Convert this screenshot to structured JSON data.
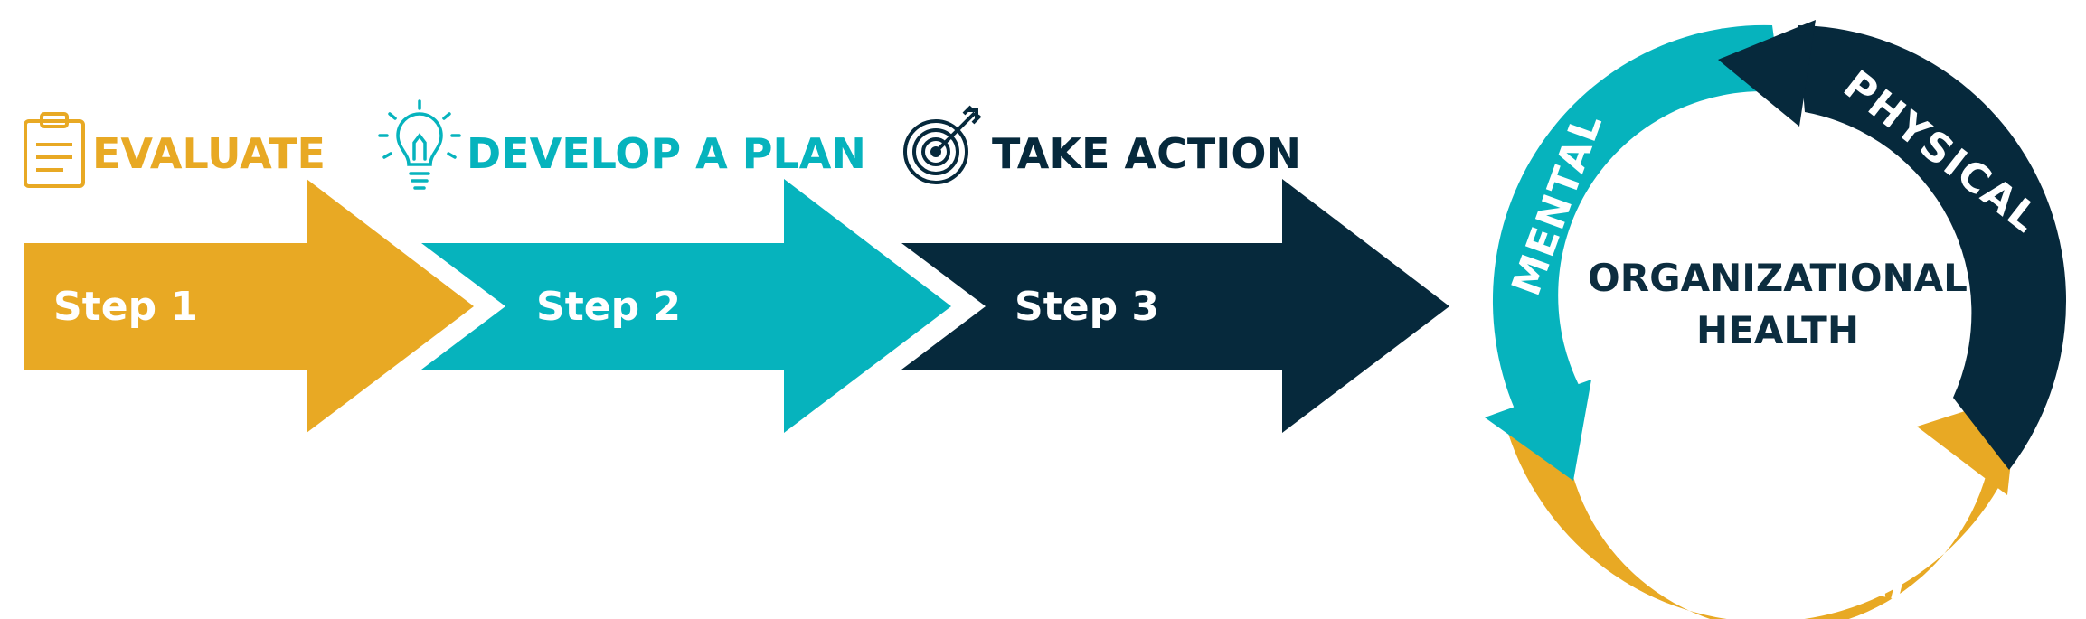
{
  "colors": {
    "gold": "#e8a924",
    "teal": "#06b3bd",
    "navy": "#06293c",
    "white": "#ffffff"
  },
  "headings": {
    "evaluate": {
      "text": "EVALUATE",
      "icon": "clipboard-icon"
    },
    "plan": {
      "text": "DEVELOP A PLAN",
      "icon": "lightbulb-icon"
    },
    "action": {
      "text": "TAKE ACTION",
      "icon": "target-icon"
    }
  },
  "steps": [
    {
      "label": "Step 1",
      "color": "gold"
    },
    {
      "label": "Step 2",
      "color": "teal"
    },
    {
      "label": "Step 3",
      "color": "navy"
    }
  ],
  "cycle": {
    "center_line1": "ORGANIZATIONAL",
    "center_line2": "HEALTH",
    "segments": {
      "mental": "MENTAL",
      "physical": "PHYSICAL",
      "financial": "FINANCIAL"
    }
  }
}
